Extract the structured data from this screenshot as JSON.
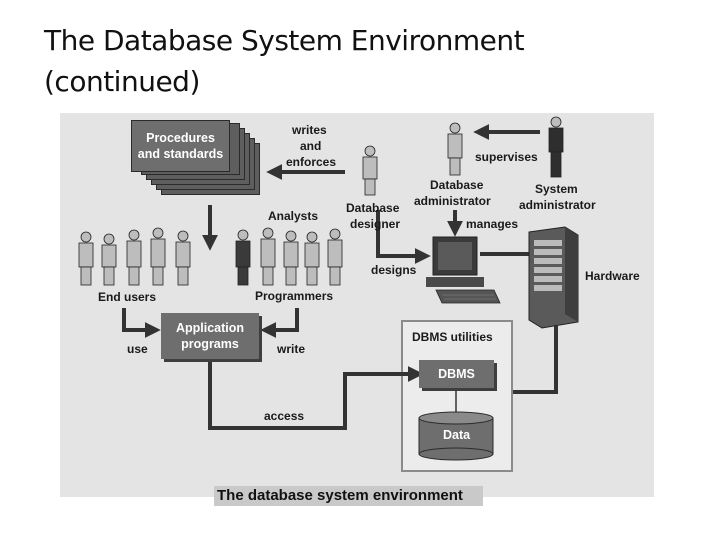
{
  "title_line1": "The Database System Environment",
  "title_line2": "(continued)",
  "caption": "The database system environment",
  "boxes": {
    "procedures_line1": "Procedures",
    "procedures_line2": "and standards",
    "app_line1": "Application",
    "app_line2": "programs",
    "dbms": "DBMS",
    "data": "Data"
  },
  "labels": {
    "writes": "writes",
    "and": "and",
    "enforces": "enforces",
    "supervises": "supervises",
    "dba_line1": "Database",
    "dba_line2": "administrator",
    "sysadmin_line1": "System",
    "sysadmin_line2": "administrator",
    "designer_line1": "Database",
    "designer_line2": "designer",
    "analysts": "Analysts",
    "manages": "manages",
    "designs": "designs",
    "hardware": "Hardware",
    "end_users": "End users",
    "programmers": "Programmers",
    "use": "use",
    "write": "write",
    "dbms_utilities": "DBMS utilities",
    "access": "access"
  }
}
